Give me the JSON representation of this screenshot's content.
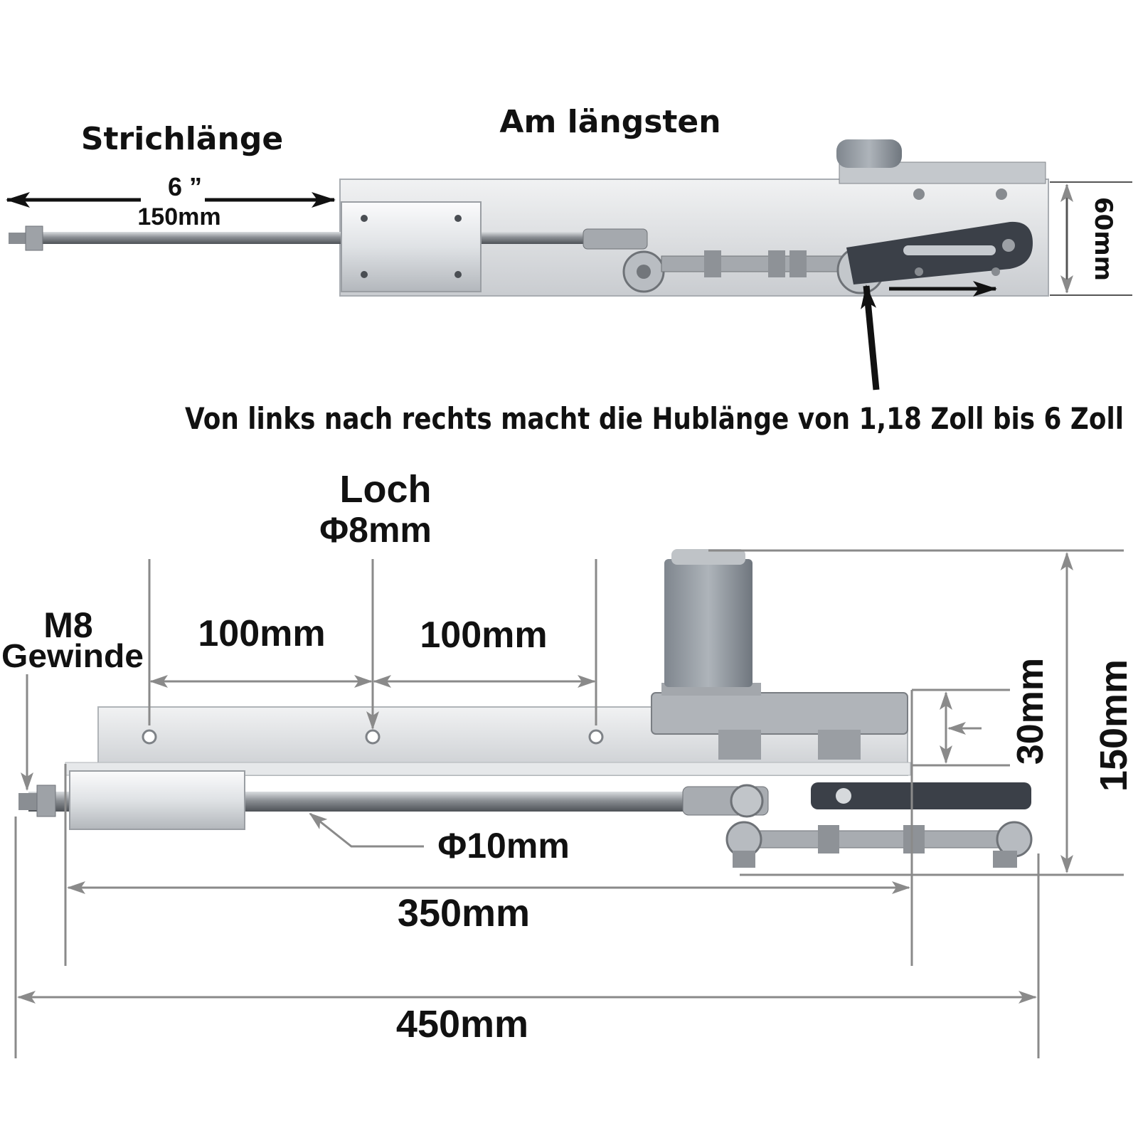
{
  "top": {
    "title": "Am längsten",
    "stroke_label": "Strichlänge",
    "stroke_inches": "6 ”",
    "stroke_mm": "150mm",
    "height_60": "60mm",
    "caption": "Von links nach rechts macht die Hublänge von 1,18 Zoll bis 6 Zoll"
  },
  "bottom": {
    "hole_label": "Loch",
    "hole_diameter": "Φ8mm",
    "thread_m8": "M8",
    "thread_gewinde": "Gewinde",
    "spacing_1": "100mm",
    "spacing_2": "100mm",
    "rod_diameter": "Φ10mm",
    "length_350": "350mm",
    "length_450": "450mm",
    "height_30": "30mm",
    "height_150": "150mm"
  },
  "colors": {
    "arrow_black": "#111111",
    "arrow_gray": "#8a8a8a",
    "metal_light": "#e4e6e8",
    "metal_mid": "#b9bdc2",
    "metal_dark": "#7d8186",
    "motor_gray": "#9ca3ab",
    "crank_dark": "#3b4048"
  }
}
